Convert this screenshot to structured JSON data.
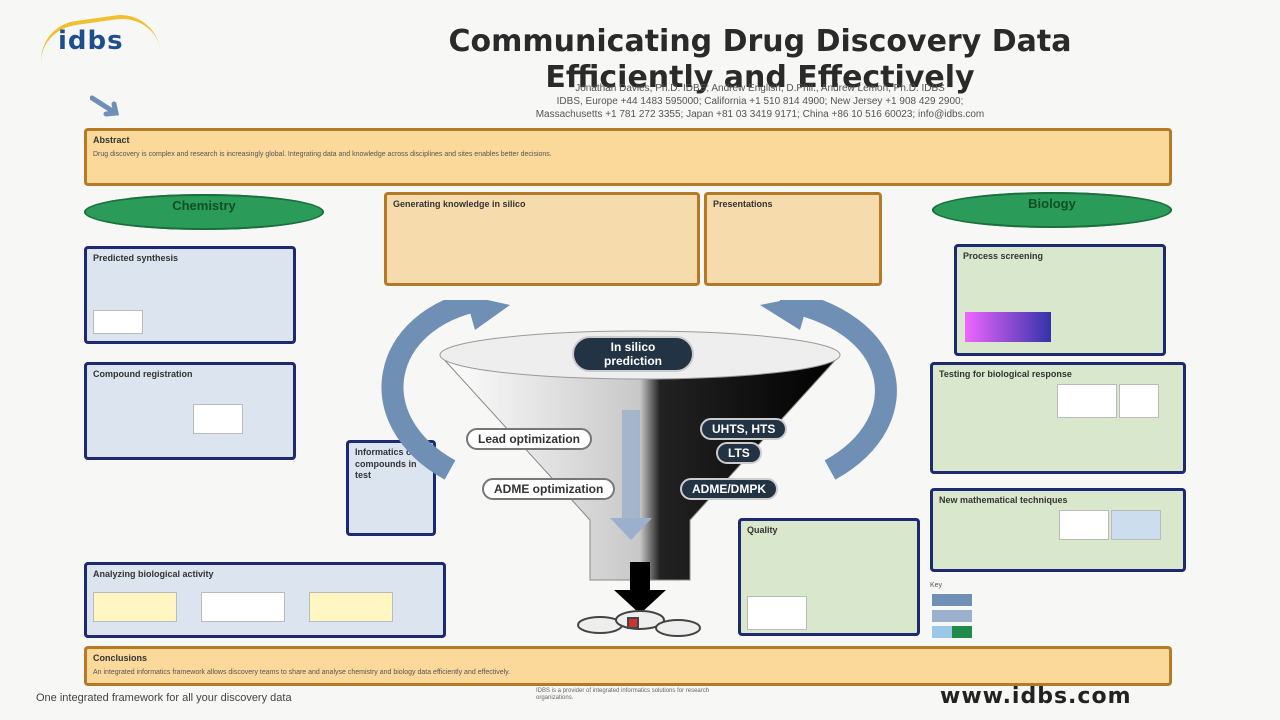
{
  "header": {
    "logo": "idbs",
    "title_line1": "Communicating Drug Discovery Data",
    "title_line2": "Efficiently and Effectively",
    "authors": "Jonathan Davies, Ph.D. IDBS; Andrew English, D.Phil., Andrew Lemon, Ph.D. IDBS",
    "contacts_1": "IDBS, Europe +44 1483 595000; California +1 510 814 4900; New Jersey +1 908 429 2900;",
    "contacts_2": "Massachusetts +1 781 272 3355; Japan +81 03 3419 9171; China +86 10 516 60023; info@idbs.com"
  },
  "abstract": {
    "heading": "Abstract",
    "text": "Drug discovery is complex and research is increasingly global. Integrating data and knowledge across disciplines and sites enables better decisions."
  },
  "chemistry_pill": {
    "label": "Chemistry"
  },
  "biology_pill": {
    "label": "Biology"
  },
  "sections": {
    "predicted_synthesis": "Predicted synthesis",
    "compound_registration": "Compound registration",
    "informatics": "Informatics of compounds in test",
    "analyzing_activity": "Analyzing biological activity",
    "generating_knowledge": "Generating knowledge in silico",
    "presentations": "Presentations",
    "process_screening": "Process screening",
    "testing_response": "Testing for biological response",
    "new_techniques": "New mathematical techniques",
    "quality": "Quality"
  },
  "funnel": {
    "top": "In silico prediction",
    "left_1": "Lead optimization",
    "left_2": "ADME optimization",
    "right_1": "UHTS, HTS",
    "right_2": "LTS",
    "right_3": "ADME/DMPK"
  },
  "key": {
    "title": "Key"
  },
  "conclusion": {
    "heading": "Conclusions",
    "text": "An integrated informatics framework allows discovery teams to share and analyse chemistry and biology data efficiently and effectively."
  },
  "footer": {
    "tagline": "One integrated framework for all your discovery data",
    "note": "IDBS is a provider of integrated informatics solutions for research organizations.",
    "url": "www.idbs.com"
  },
  "colors": {
    "navy": "#1e2a70",
    "green": "#2a9b58",
    "tan": "#fbd99a",
    "blue_arrow": "#6f8fb5"
  }
}
